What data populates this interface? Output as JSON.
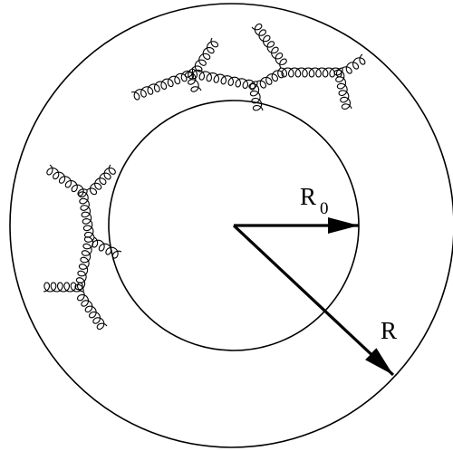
{
  "labels": {
    "inner_radius": "R",
    "inner_radius_subscript": "0",
    "outer_radius": "R"
  },
  "colors": {
    "stroke": "#000000",
    "background": "#ffffff"
  }
}
